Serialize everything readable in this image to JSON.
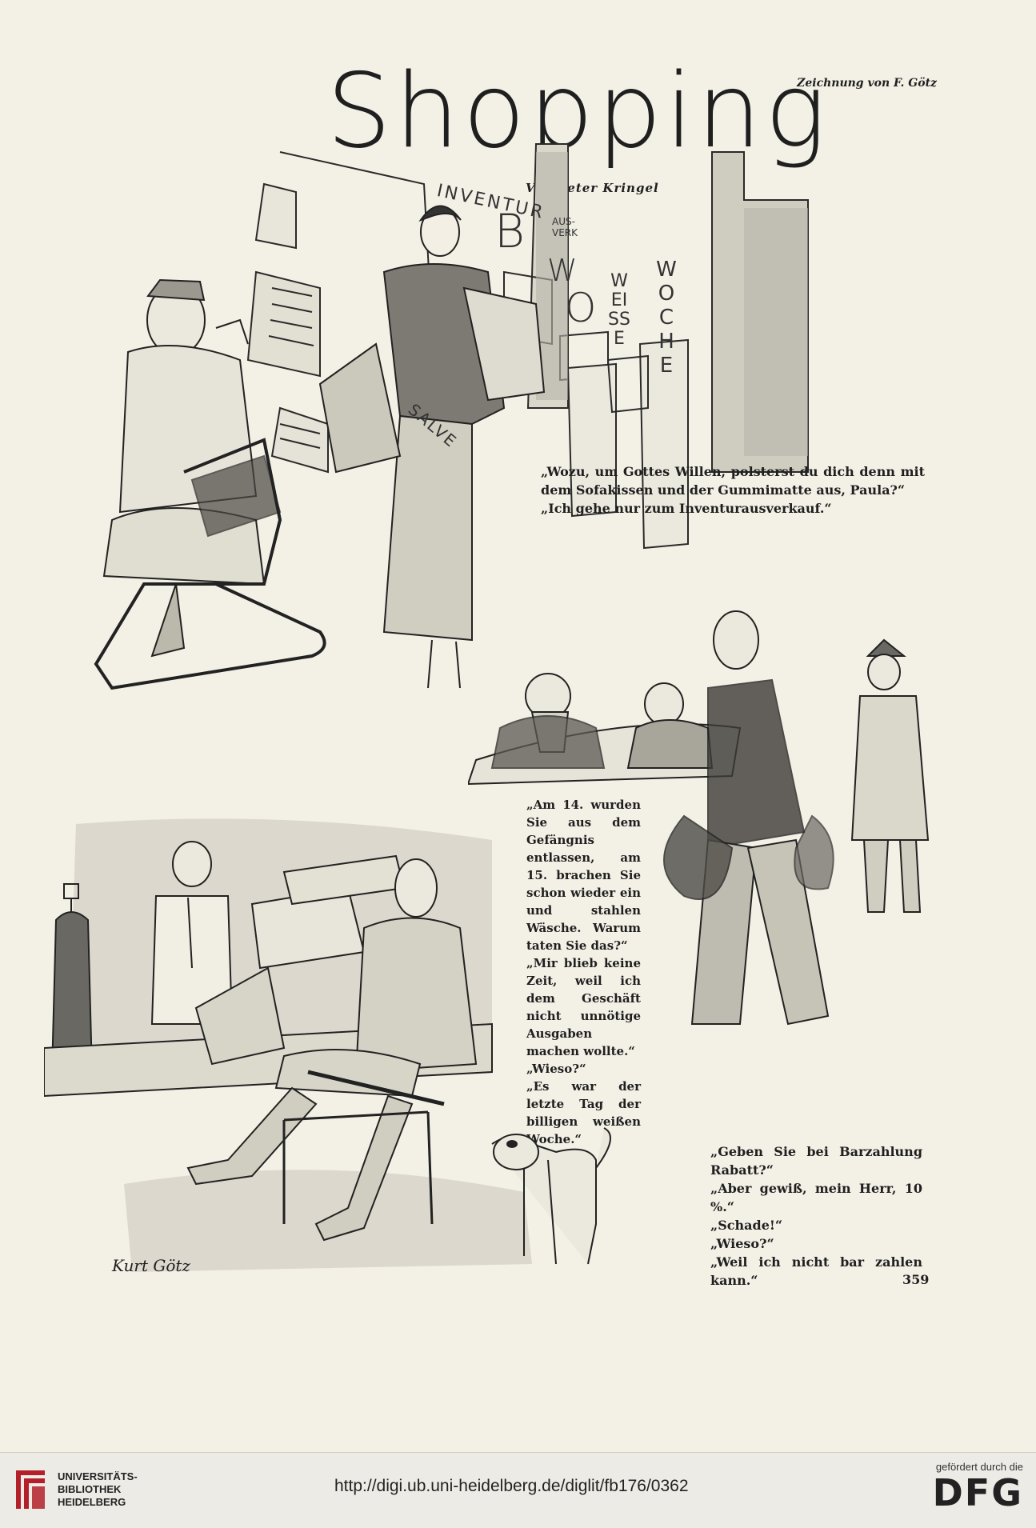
{
  "page": {
    "credit": "Zeichnung von F. Götz",
    "title": "Shopping",
    "byline": "Von Peter Kringel",
    "page_number": "359",
    "signature": "Kurt Götz"
  },
  "signs": {
    "inventur": "INVENTUR",
    "ausverkauf": "AUS-VERK",
    "b": "B",
    "w": "W",
    "o": "O",
    "weisse": "WEISSE",
    "woche": "WOCHE",
    "salve": "SALVE"
  },
  "captions": {
    "c1": [
      "„Wozu, um Gottes Willen, polsterst du dich denn mit dem Sofakissen und der Gummimatte aus, Paula?“",
      "„Ich gehe nur zum Inventurausverkauf.“"
    ],
    "c2": [
      "„Am 14. wurden Sie aus dem Gefängnis entlassen, am 15. brachen Sie schon wieder ein und stahlen Wäsche. Warum taten Sie das?“",
      "„Mir blieb keine Zeit, weil ich dem Geschäft nicht unnötige Ausgaben machen wollte.“",
      "„Wieso?“",
      "„Es war der letzte Tag der billigen weißen Woche.“"
    ],
    "c3": [
      "„Geben Sie bei Barzahlung Rabatt?“",
      "„Aber gewiß, mein Herr, 10 %.“",
      "„Schade!“",
      "„Wieso?“",
      "„Weil ich nicht bar zahlen kann.“"
    ]
  },
  "footer": {
    "library_line1": "UNIVERSITÄTS-",
    "library_line2": "BIBLIOTHEK",
    "library_line3": "HEIDELBERG",
    "url": "http://digi.ub.uni-heidelberg.de/diglit/fb176/0362",
    "funding": "gefördert durch die",
    "funder": "DFG"
  }
}
